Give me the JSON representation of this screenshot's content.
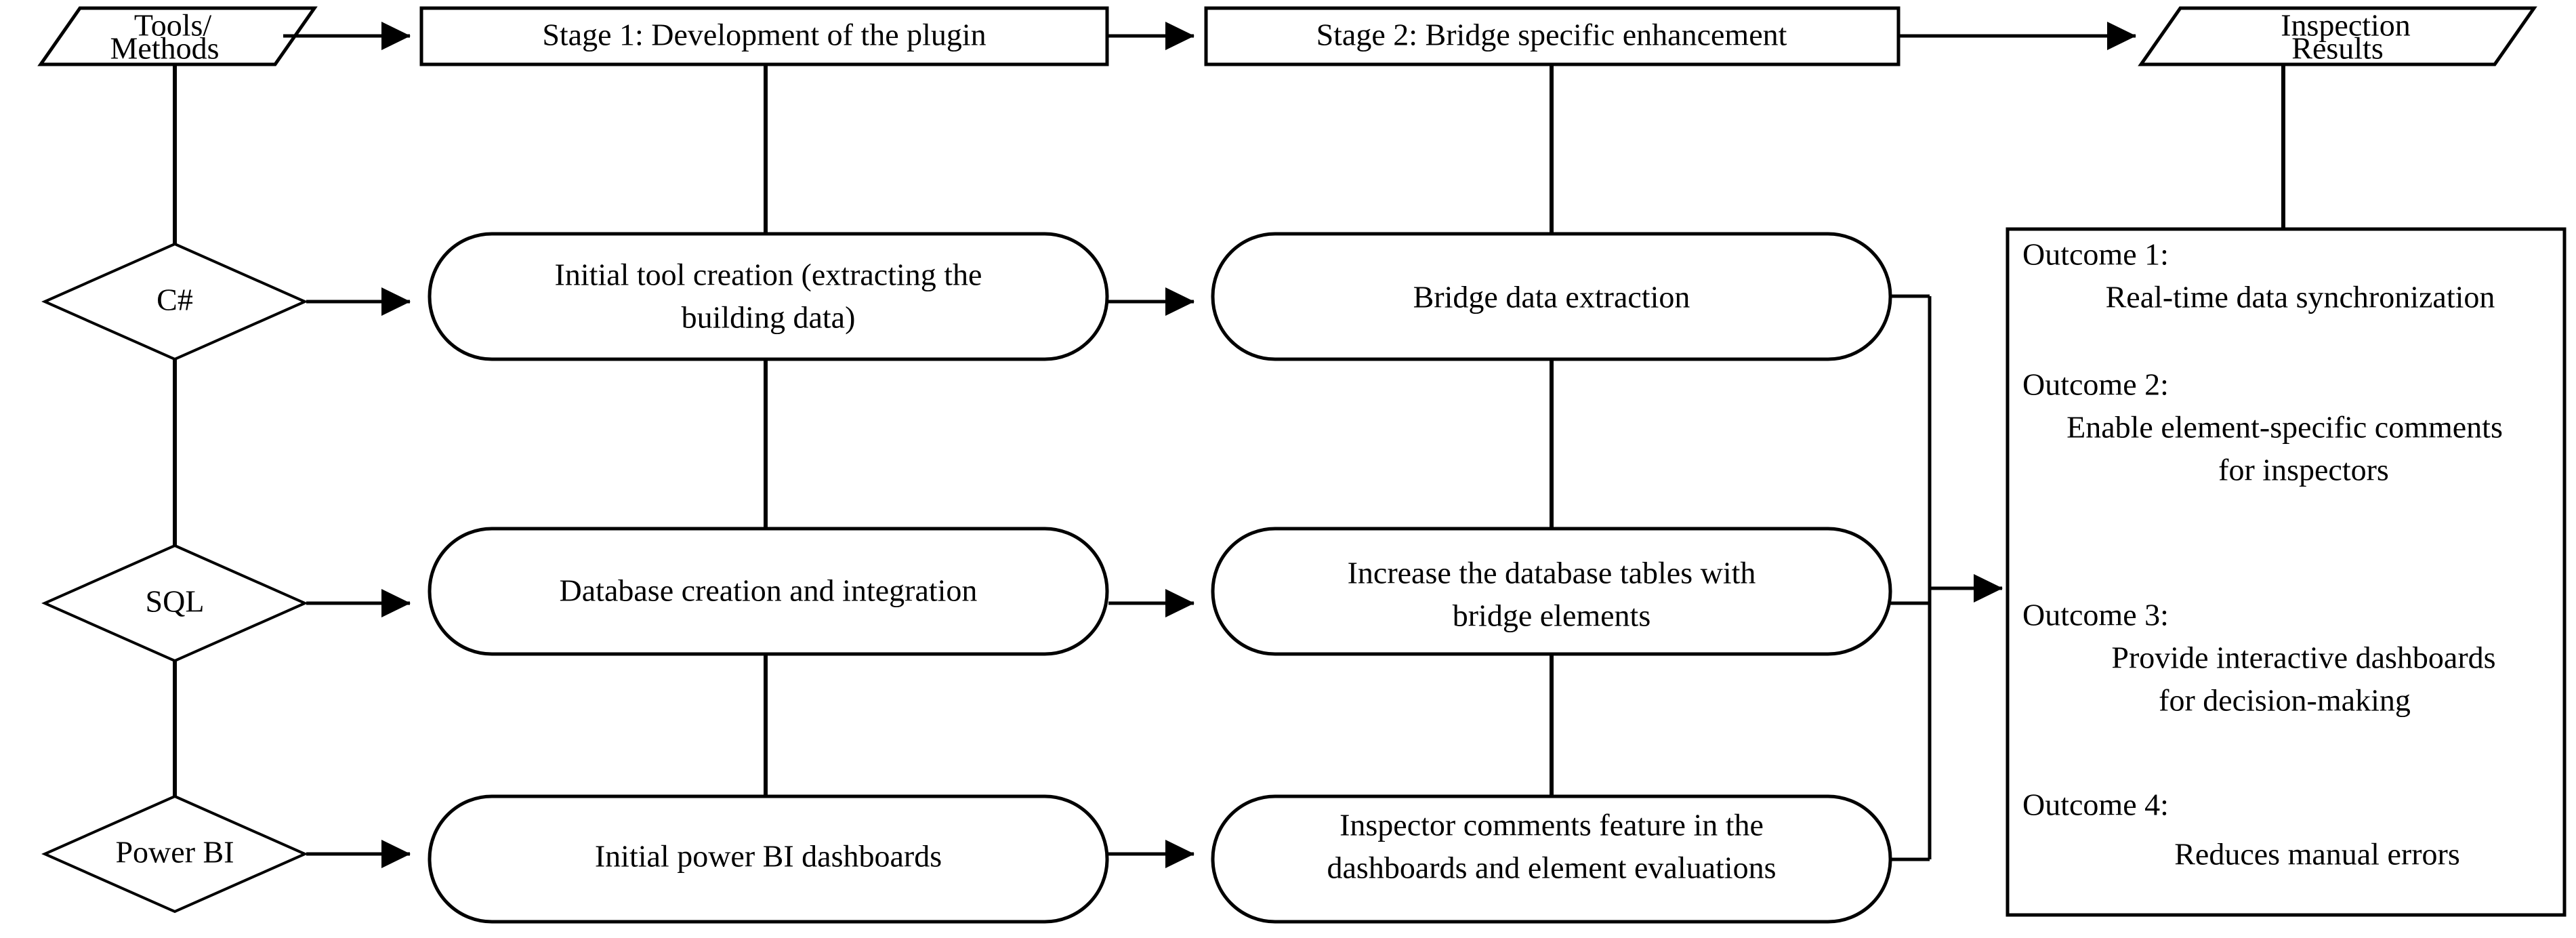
{
  "diagram": {
    "title": "Two-stage plugin development methodology flowchart",
    "accent_color": "#000000",
    "background_color": "#ffffff"
  },
  "header_row": {
    "tools_methods": {
      "line1": "Tools/",
      "line2": "Methods",
      "shape": "parallelogram"
    },
    "stage1": {
      "label": "Stage 1: Development of the plugin",
      "shape": "rectangle"
    },
    "stage2": {
      "label": "Stage 2: Bridge specific enhancement",
      "shape": "rectangle"
    },
    "inspection_results": {
      "line1": "Inspection",
      "line2": "Results",
      "shape": "parallelogram"
    }
  },
  "rows": [
    {
      "tool": "C#",
      "stage1_line1": "Initial tool creation (extracting the",
      "stage1_line2": "building data)",
      "stage2_line1": "Bridge data extraction",
      "stage2_line2": ""
    },
    {
      "tool": "SQL",
      "stage1_line1": "Database creation and integration",
      "stage1_line2": "",
      "stage2_line1": "Increase the database tables with",
      "stage2_line2": "bridge elements"
    },
    {
      "tool": "Power BI",
      "stage1_line1": "Initial power BI dashboards",
      "stage1_line2": "",
      "stage2_line1": "Inspector comments feature in the",
      "stage2_line2": "dashboards and element evaluations"
    }
  ],
  "outcomes_panel": {
    "items": [
      {
        "heading": "Outcome 1:",
        "body_line1": "Real-time data synchronization",
        "body_line2": ""
      },
      {
        "heading": "Outcome 2:",
        "body_line1": "Enable element-specific comments",
        "body_line2": "for inspectors"
      },
      {
        "heading": "Outcome 3:",
        "body_line1": "Provide interactive dashboards",
        "body_line2": "for decision-making"
      },
      {
        "heading": "Outcome 4:",
        "body_line1": "Reduces manual errors",
        "body_line2": ""
      }
    ]
  }
}
